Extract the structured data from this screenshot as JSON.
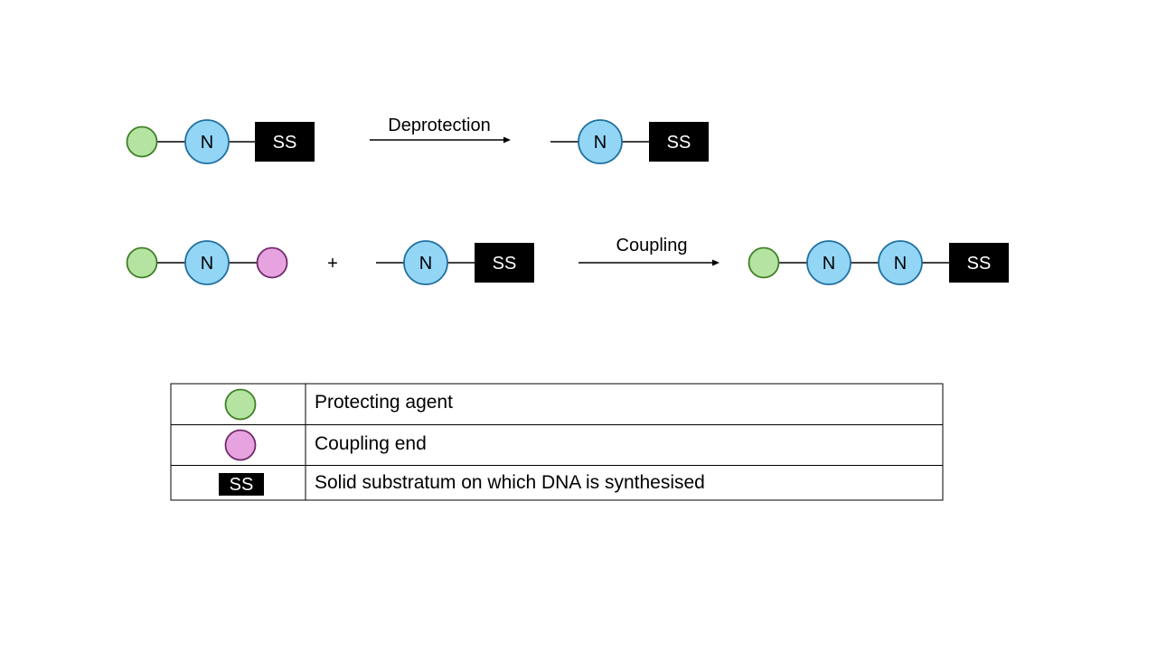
{
  "colors": {
    "protecting_fill": "#b5e3a1",
    "protecting_stroke": "#3f7f26",
    "nucleotide_fill": "#93d5f5",
    "nucleotide_stroke": "#1f6fa0",
    "coupling_fill": "#e7a3e0",
    "coupling_stroke": "#6e2a6a",
    "substrate_fill": "#000000",
    "substrate_text": "#ffffff",
    "line": "#000000"
  },
  "icons": {
    "protecting": "green-circle",
    "coupling": "pink-circle",
    "nucleotide": "blue-circle",
    "substrate": "black-rectangle"
  },
  "labels": {
    "nucleotide": "N",
    "substrate": "SS",
    "plus": "+"
  },
  "steps": {
    "deprotection": {
      "label": "Deprotection"
    },
    "coupling": {
      "label": "Coupling"
    }
  },
  "legend": {
    "rows": [
      {
        "symbol": "protecting",
        "description": "Protecting agent"
      },
      {
        "symbol": "coupling",
        "description": "Coupling end"
      },
      {
        "symbol": "substrate",
        "symbol_text": "SS",
        "description": "Solid substratum on which DNA is synthesised"
      }
    ]
  }
}
